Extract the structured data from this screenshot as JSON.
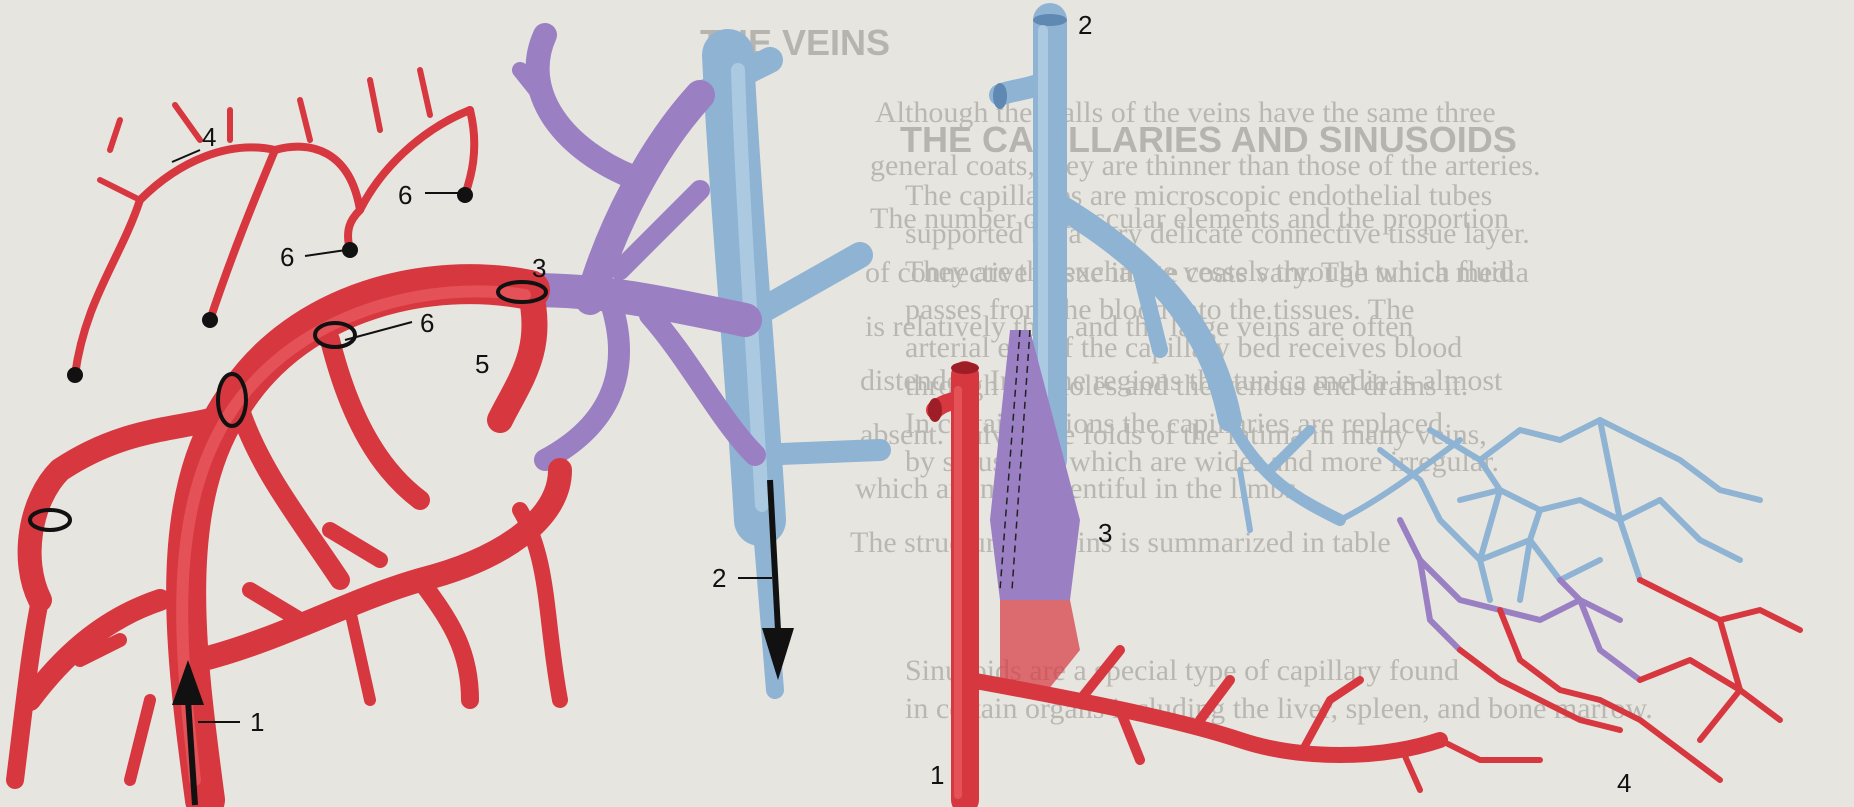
{
  "background_text": {
    "left_heading": "THE VEINS",
    "right_heading": "THE CAPILLARIES AND SINUSOIDS",
    "left_lines": [
      "Although the walls of the veins have the same three",
      "general coats, they are thinner than those of the arteries.",
      "The number of muscular elements and the proportion",
      "of connective tissue in the coats vary. The tunica media",
      "is relatively thin, and the large veins are often",
      "distended. In some regions the tunica media is almost",
      "absent. Valves are folds of the intima in many veins,",
      "which are most plentiful in the limbs.",
      "The structure of veins is summarized in table"
    ],
    "right_lines": [
      "The capillaries are microscopic endothelial tubes",
      "supported by a very delicate connective tissue layer.",
      "They are the exchange vessels through which fluid",
      "passes from the blood into the tissues. The",
      "arterial end of the capillary bed receives blood",
      "through arterioles and the venous end drains it.",
      "In certain regions the capillaries are replaced",
      "by sinusoids, which are wider and more irregular.",
      "Sinusoids are a special type of capillary found",
      "in certain organs including the liver, spleen, and bone marrow."
    ]
  },
  "labels": {
    "l1": "1",
    "l2": "2",
    "l3": "3",
    "l4": "4",
    "l5": "5",
    "l6a": "6",
    "l6b": "6",
    "l6c": "6",
    "r1": "1",
    "r2": "2",
    "r3": "3",
    "r4": "4"
  },
  "colors": {
    "artery": "#d7373f",
    "vein": "#8eb3d3",
    "transition": "#9a7fc3",
    "valve_ring": "#111111"
  }
}
